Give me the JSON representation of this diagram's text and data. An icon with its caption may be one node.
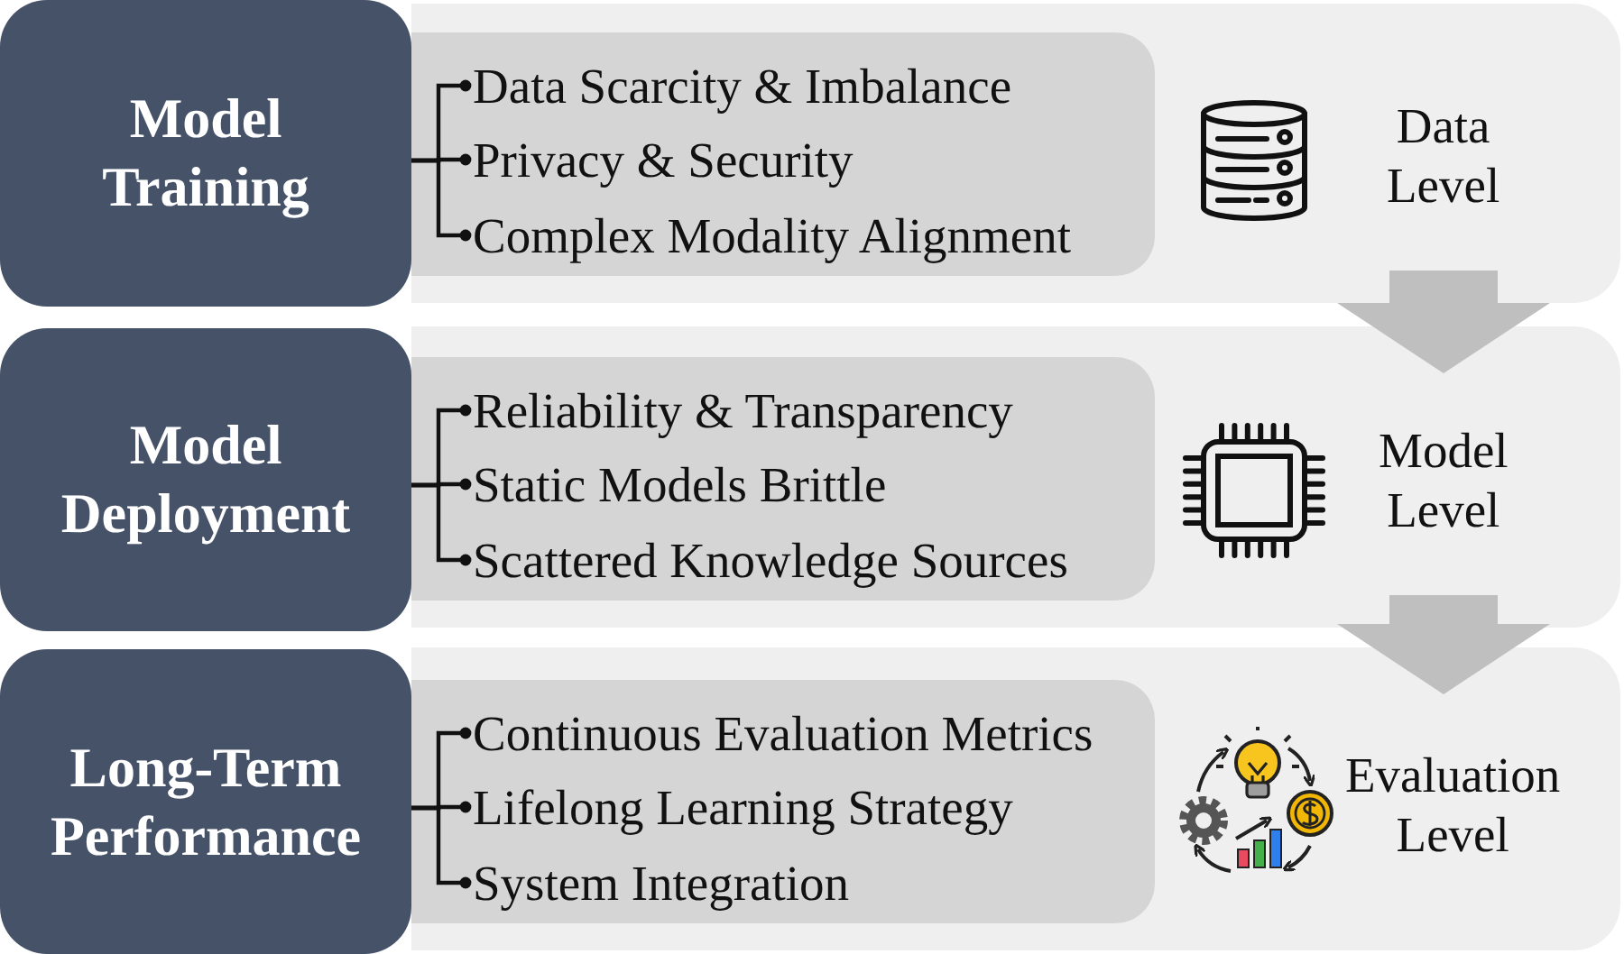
{
  "diagram": {
    "nodes": [
      {
        "text": [
          "Model Training"
        ]
      },
      {
        "text": [
          "Data Level"
        ]
      },
      {
        "text": [],
        "shape": "box",
        "in": 1
      },
      {
        "text": [
          "Data Scarcity & Imbalance"
        ],
        "in": 2
      },
      {
        "text": [
          "Privacy & Security"
        ],
        "in": 2
      },
      {
        "text": [
          "Complex Modality Alignment"
        ],
        "in": 2
      },
      {
        "text": [
          "Model Deployment"
        ]
      },
      {
        "text": [
          "Model Level"
        ]
      },
      {
        "text": [],
        "shape": "box",
        "in": 7
      },
      {
        "text": [
          "Reliability & Transparency"
        ],
        "in": 8
      },
      {
        "text": [
          "Static Models Brittle"
        ],
        "in": 8
      },
      {
        "text": [
          "Scattered Knowledge Sources"
        ],
        "in": 8
      },
      {
        "text": [
          "Long-Term Performance"
        ]
      },
      {
        "text": [
          "Evaluation Level"
        ]
      },
      {
        "text": [],
        "shape": "box",
        "in": 13
      },
      {
        "text": [
          "Continuous Evaluation Metrics"
        ],
        "in": 14
      },
      {
        "text": [
          "Lifelong Learning Strategy"
        ],
        "in": 14
      },
      {
        "text": [
          "System Integration"
        ],
        "in": 14
      }
    ],
    "edges": [
      {
        "from": 0,
        "to": 3,
        "arrow": "other"
      },
      {
        "from": 0,
        "to": 4,
        "arrow": "other"
      },
      {
        "from": 0,
        "to": 5,
        "arrow": "other"
      },
      {
        "from": 1,
        "to": 7,
        "arrow": "to",
        "style": "thick",
        "color": "#bfbfbf"
      },
      {
        "from": 6,
        "to": 9,
        "arrow": "other"
      },
      {
        "from": 6,
        "to": 10,
        "arrow": "other"
      },
      {
        "from": 6,
        "to": 11,
        "arrow": "other"
      },
      {
        "from": 7,
        "to": 13,
        "arrow": "to",
        "style": "thick",
        "color": "#bfbfbf"
      },
      {
        "from": 12,
        "to": 15,
        "arrow": "other"
      },
      {
        "from": 12,
        "to": 16,
        "arrow": "other"
      },
      {
        "from": 12,
        "to": 17,
        "arrow": "other"
      }
    ]
  }
}
